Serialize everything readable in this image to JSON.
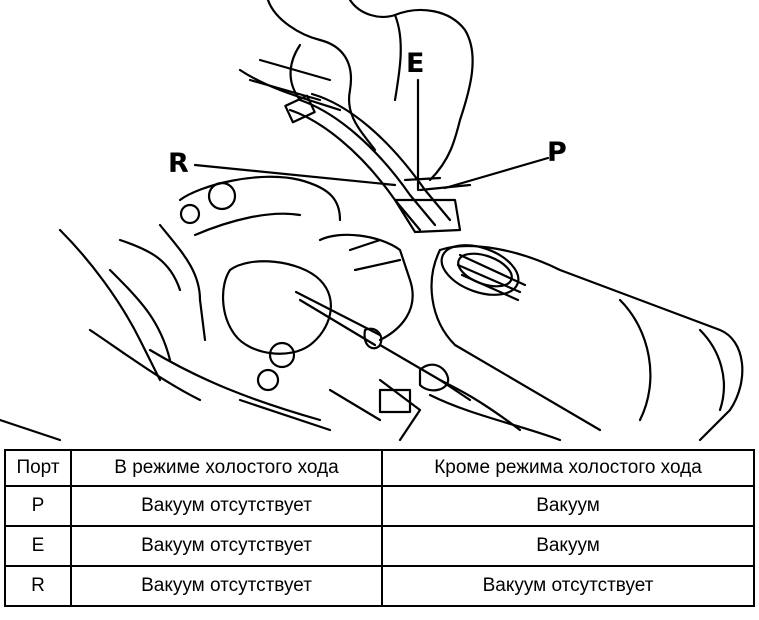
{
  "figure": {
    "callouts": {
      "e": "E",
      "r": "R",
      "p": "P"
    }
  },
  "table": {
    "headers": [
      "Порт",
      "В режиме холостого хода",
      "Кроме режима холостого хода"
    ],
    "rows": [
      [
        "P",
        "Вакуум отсутствует",
        "Вакуум"
      ],
      [
        "E",
        "Вакуум отсутствует",
        "Вакуум"
      ],
      [
        "R",
        "Вакуум отсутствует",
        "Вакуум отсутствует"
      ]
    ]
  }
}
